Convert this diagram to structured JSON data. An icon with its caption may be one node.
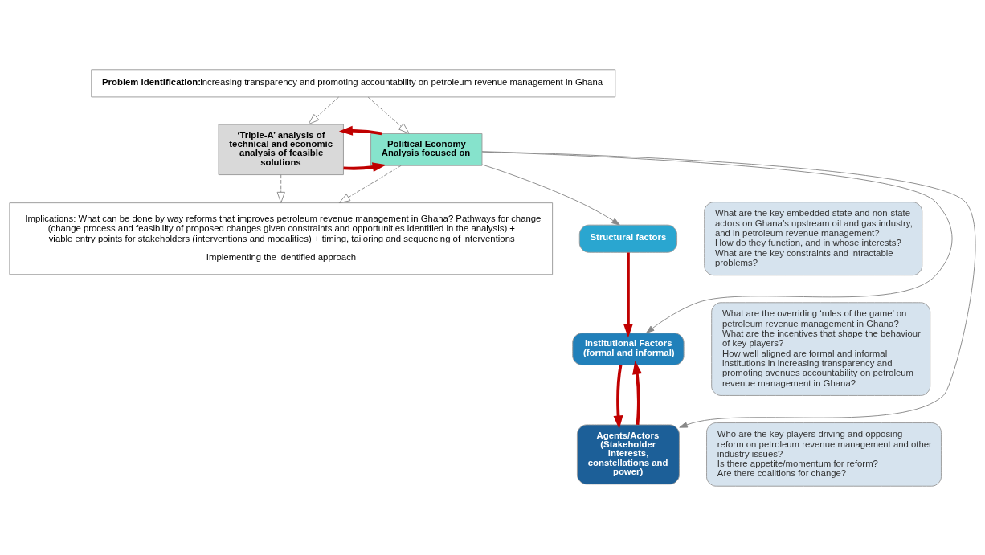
{
  "diagram": {
    "nodes": [
      {
        "text": [
          "Problem identification:",
          "increasing transparency and promoting accountability on petroleum revenue management in Ghana"
        ]
      },
      {
        "text": [
          "‘Triple-A’ analysis of technical and economic analysis of feasible solutions"
        ]
      },
      {
        "text": [
          "Political Economy Analysis focused on"
        ]
      },
      {
        "text": [
          "Structural factors"
        ]
      },
      {
        "text": [
          "What are the key embedded state and non-state actors on Ghana’s upstream oil and gas industry, and in petroleum revenue management?",
          "How do they function, and in whose interests?",
          "What are the key constraints and intractable problems?"
        ]
      },
      {
        "text": [
          "Institutional Factors (formal and informal)"
        ]
      },
      {
        "text": [
          "What are the overriding ‘rules of the game’ on petroleum revenue management in Ghana?",
          "What are the incentives that shape the behaviour of key players?",
          "How well aligned are formal and informal institutions in increasing transparency and promoting avenues accountability on petroleum revenue management in Ghana?"
        ]
      },
      {
        "text": [
          "Agents/Actors (Stakeholder interests, constellations and power)"
        ]
      },
      {
        "text": [
          "Who are the key players driving and opposing reform on petroleum revenue management and other industry issues?",
          "Is there appetite/momentum for reform?",
          "Are there coalitions for change?"
        ]
      },
      {
        "text": [
          "Implications: What can be done by way reforms that improves petroleum revenue management in Ghana? Pathways for change (change process and feasibility of proposed changes given constraints and opportunities identified in the analysis) + viable entry points for stakeholders (interventions and modalities) + timing, tailoring and sequencing of interventions",
          "Implementing the identified approach"
        ]
      }
    ],
    "edges": [
      {
        "from": 0,
        "to": 1,
        "arrow": "to",
        "style": "dashed"
      },
      {
        "from": 0,
        "to": 2,
        "arrow": "to",
        "style": "dashed"
      },
      {
        "from": 1,
        "to": 2,
        "arrow": "to",
        "style": "thick",
        "color": "#c00000"
      },
      {
        "from": 2,
        "to": 1,
        "arrow": "to",
        "style": "thick",
        "color": "#c00000"
      },
      {
        "from": 2,
        "to": 3,
        "arrow": "to"
      },
      {
        "from": 2,
        "to": 5,
        "arrow": "to"
      },
      {
        "from": 2,
        "to": 7,
        "arrow": "to"
      },
      {
        "from": 3,
        "to": 5,
        "arrow": "to",
        "style": "thick",
        "color": "#c00000"
      },
      {
        "from": 5,
        "to": 7,
        "arrow": "to",
        "style": "thick",
        "color": "#c00000"
      },
      {
        "from": 7,
        "to": 5,
        "arrow": "to",
        "style": "thick",
        "color": "#c00000"
      },
      {
        "from": 1,
        "to": 9,
        "arrow": "to",
        "style": "dashed"
      },
      {
        "from": 2,
        "to": 9,
        "arrow": "to",
        "style": "dashed"
      }
    ]
  }
}
